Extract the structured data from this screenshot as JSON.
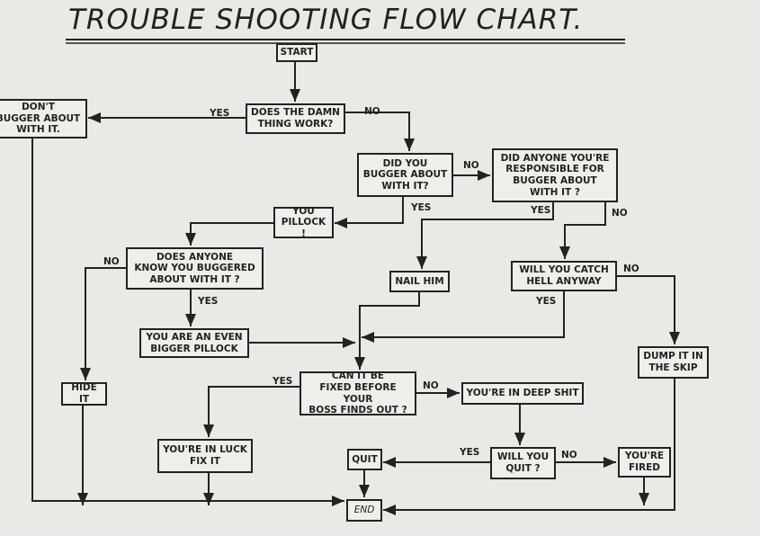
{
  "title": "TROUBLE SHOOTING FLOW CHART.",
  "nodes": {
    "start": "START",
    "works": "DOES THE DAMN\nTHING WORK?",
    "dont": "DON'T\nBUGGER ABOUT\nWITH IT.",
    "did_you": "DID YOU\nBUGGER ABOUT\nWITH IT?",
    "anyone_resp": "DID ANYONE YOU'RE\nRESPONSIBLE FOR\nBUGGER ABOUT\nWITH IT ?",
    "pillock": "YOU\nPILLOCK !",
    "anyone_know": "DOES ANYONE\nKNOW YOU BUGGERED\nABOUT WITH IT ?",
    "nail": "NAIL HIM",
    "catch_hell": "WILL YOU CATCH\nHELL ANYWAY",
    "bigger": "YOU ARE AN EVEN\nBIGGER PILLOCK",
    "dump": "DUMP IT IN\nTHE SKIP",
    "hide": "HIDE IT",
    "fixed": "CAN IT BE\nFIXED BEFORE YOUR\nBOSS FINDS OUT ?",
    "deep": "YOU'RE IN DEEP SHIT",
    "luck": "YOU'RE IN LUCK\nFIX IT",
    "quit": "QUIT",
    "will_quit": "WILL YOU\nQUIT ?",
    "fired": "YOU'RE\nFIRED",
    "end": "END"
  },
  "labels": {
    "yes": "YES",
    "no": "NO"
  }
}
